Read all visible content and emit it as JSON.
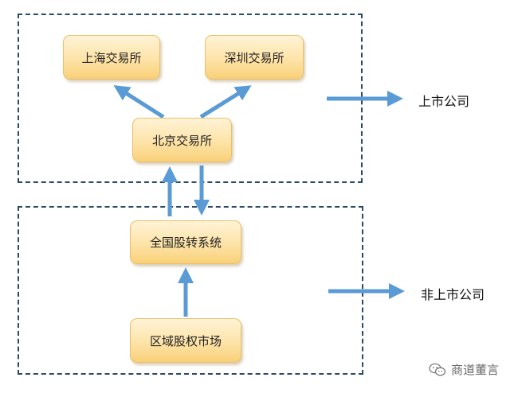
{
  "colors": {
    "arrow": "#5b9bd5",
    "region_border": "#2b4a6b",
    "node_fill_top": "#fff3d6",
    "node_fill_bottom": "#f9d078",
    "node_border": "#e9bf6a"
  },
  "nodes": {
    "shanghai": "上海交易所",
    "shenzhen": "深圳交易所",
    "beijing": "北京交易所",
    "neeq": "全国股转系统",
    "regional": "区域股权市场"
  },
  "labels": {
    "listed": "上市公司",
    "unlisted": "非上市公司"
  },
  "watermark": {
    "text": "商道董言",
    "icon": "wechat-icon"
  }
}
